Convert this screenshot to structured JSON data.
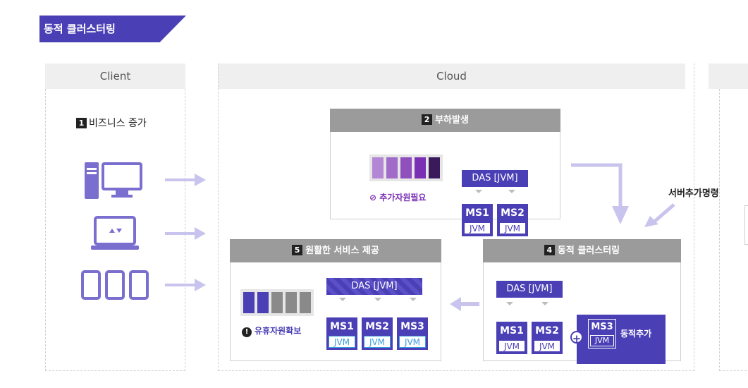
{
  "title": "동적 클러스터링",
  "columns": {
    "client": "Client",
    "cloud": "Cloud"
  },
  "client_step": {
    "num": "1",
    "label": "비즈니스 증가"
  },
  "step2": {
    "num": "2",
    "label": "부하발생",
    "warning": "⊘ 추가자원필요",
    "das": "DAS [JVM]",
    "ms": [
      "MS1",
      "MS2"
    ],
    "jvm": "JVM"
  },
  "command_label": "서버추가명령",
  "step4": {
    "num": "4",
    "label": "동적 클러스터링",
    "das": "DAS [JVM]",
    "ms": [
      "MS1",
      "MS2"
    ],
    "ms_new": "MS3",
    "jvm": "JVM",
    "added_label": "동적추가",
    "plus": "+"
  },
  "step5": {
    "num": "5",
    "label": "원활한 서비스 제공",
    "status": "유휴자원확보",
    "das": "DAS [JVM]",
    "ms": [
      "MS1",
      "MS2",
      "MS3"
    ],
    "jvm": "JVM",
    "warn_glyph": "!"
  },
  "colors": {
    "accent": "#4a3fb5",
    "arrow": "#c9c4ee",
    "bar_grey": "#8a8a8a",
    "bar_blue": "#4a3fb5",
    "purple_text": "#7b2fb5"
  },
  "icons": [
    "desktop-pc-icon",
    "laptop-icon",
    "tablet-icon",
    "arrow-right-icon",
    "arrow-down-icon",
    "arrow-left-icon"
  ]
}
